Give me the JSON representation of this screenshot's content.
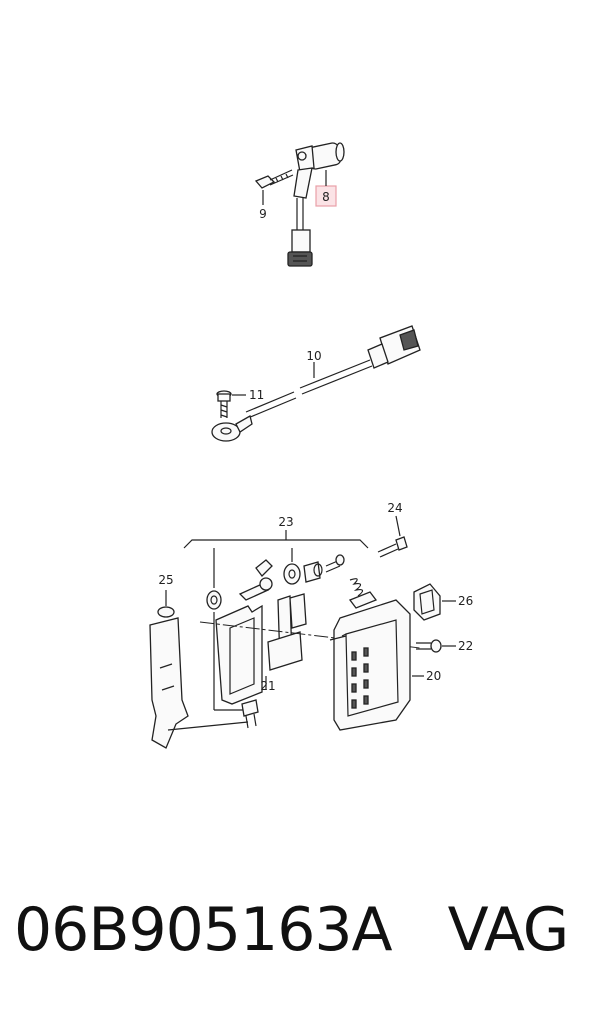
{
  "diagram": {
    "callouts": {
      "c8": "8",
      "c9": "9",
      "c10": "10",
      "c11": "11",
      "c20": "20",
      "c21": "21",
      "c22": "22",
      "c23": "23",
      "c24": "24",
      "c25": "25",
      "c26": "26"
    },
    "highlight_color": "#e8a0a8",
    "highlight_fill": "#fbe3e6"
  },
  "footer": {
    "part_number": "06B905163A",
    "vendor": "VAG"
  }
}
